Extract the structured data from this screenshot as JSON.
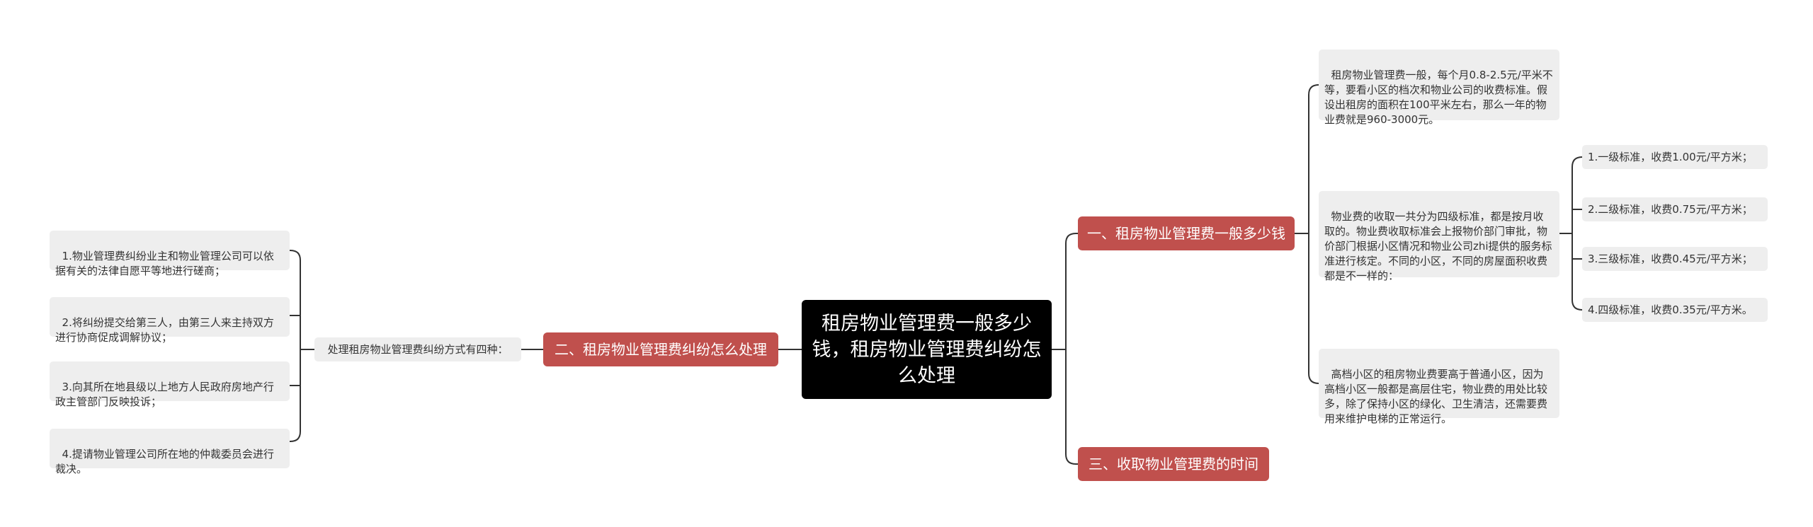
{
  "colors": {
    "root_bg": "#000000",
    "branch_bg": "#c0504d",
    "leaf_bg": "#eeeeee",
    "line": "#333333"
  },
  "root": {
    "text": "租房物业管理费一般多少钱，租房物业管理费纠纷怎么处理"
  },
  "branch1": {
    "title": "一、租房物业管理费一般多少钱",
    "note1": "租房物业管理费一般，每个月0.8-2.5元/平米不等，要看小区的档次和物业公司的收费标准。假设出租房的面积在100平米左右，那么一年的物业费就是960-3000元。",
    "note2": "物业费的收取一共分为四级标准，都是按月收取的。物业费收取标准会上报物价部门审批，物价部门根据小区情况和物业公司zhi提供的服务标准进行核定。不同的小区，不同的房屋面积收费都是不一样的：",
    "standards": [
      "1.一级标准，收费1.00元/平方米；",
      "2.二级标准，收费0.75元/平方米；",
      "3.三级标准，收费0.45元/平方米；",
      "4.四级标准，收费0.35元/平方米。"
    ],
    "note3": "高档小区的租房物业费要高于普通小区，因为高档小区一般都是高层住宅，物业费的用处比较多，除了保持小区的绿化、卫生清洁，还需要费用来维护电梯的正常运行。"
  },
  "branch2": {
    "title": "二、租房物业管理费纠纷怎么处理",
    "label": "处理租房物业管理费纠纷方式有四种：",
    "items": [
      "1.物业管理费纠纷业主和物业管理公司可以依据有关的法律自愿平等地进行磋商；",
      "2.将纠纷提交给第三人，由第三人来主持双方进行协商促成调解协议；",
      "3.向其所在地县级以上地方人民政府房地产行政主管部门反映投诉；",
      "4.提请物业管理公司所在地的仲裁委员会进行裁决。"
    ]
  },
  "branch3": {
    "title": "三、收取物业管理费的时间"
  }
}
